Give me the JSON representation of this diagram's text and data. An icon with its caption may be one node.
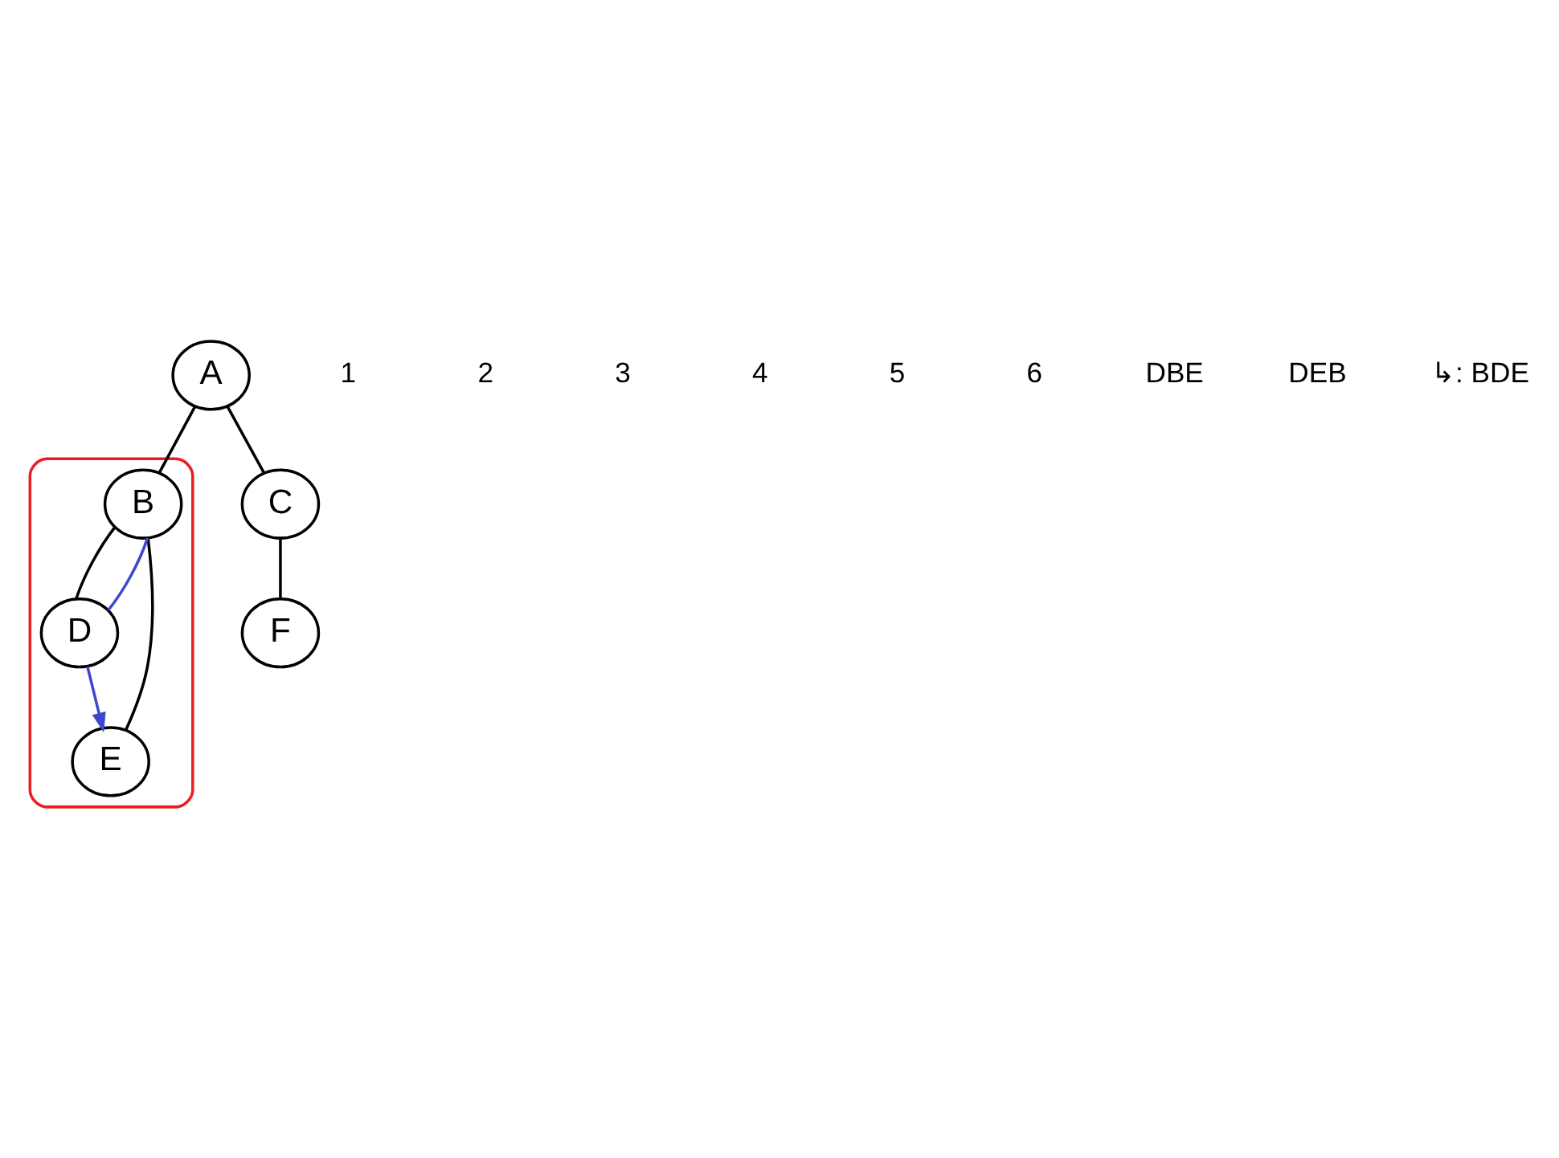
{
  "diagram": {
    "nodes": [
      {
        "text": [
          "A"
        ]
      },
      {
        "text": [],
        "shape": "box"
      },
      {
        "text": [
          "B"
        ],
        "in": 1
      },
      {
        "text": [
          "C"
        ]
      },
      {
        "text": [
          "D"
        ],
        "in": 1
      },
      {
        "text": [
          "E"
        ],
        "in": 1
      },
      {
        "text": [
          "F"
        ]
      }
    ],
    "edges": [
      {
        "from": 0,
        "to": 2,
        "arrow": "none"
      },
      {
        "from": 0,
        "to": 3,
        "arrow": "none"
      },
      {
        "from": 2,
        "to": 4,
        "arrow": "none"
      },
      {
        "from": 2,
        "to": 5,
        "arrow": "none"
      },
      {
        "from": 3,
        "to": 6,
        "arrow": "none"
      },
      {
        "from": 4,
        "to": 2,
        "arrow": "none",
        "color": "#3f48cc"
      },
      {
        "from": 4,
        "to": 5,
        "arrow": "to",
        "color": "#3f48cc"
      }
    ],
    "labels": [
      "1",
      "2",
      "3",
      "4",
      "5",
      "6",
      "DBE",
      "DEB",
      "↳: BDE"
    ]
  }
}
